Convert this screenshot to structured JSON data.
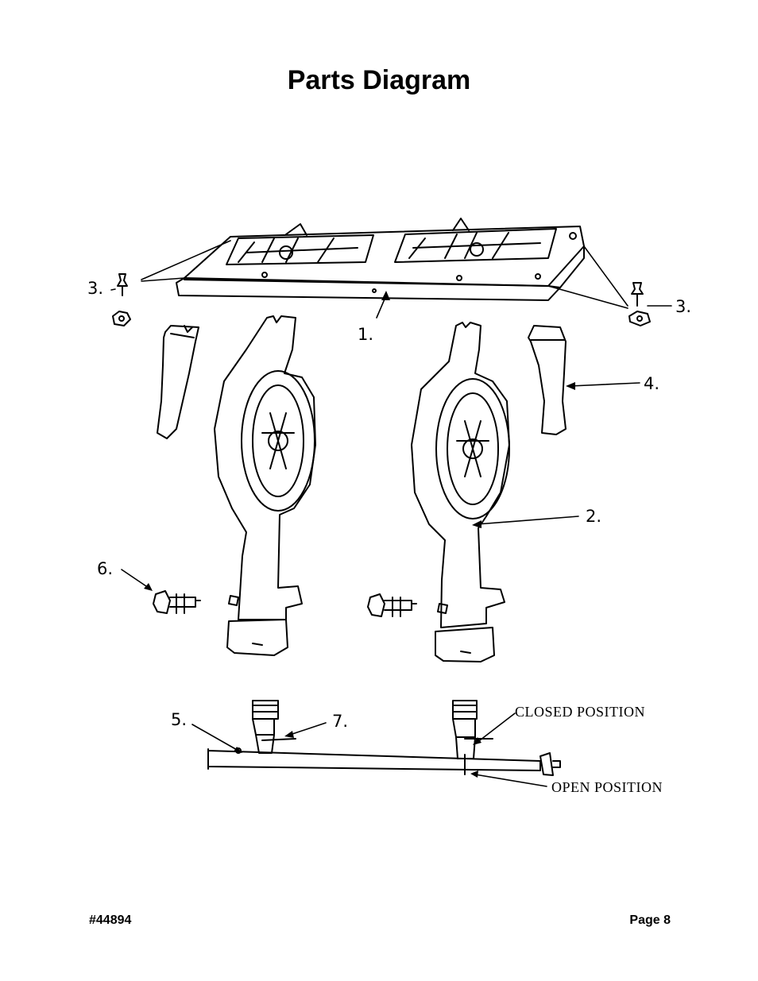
{
  "page": {
    "title": "Parts Diagram",
    "model_number": "#44894",
    "page_label": "Page 8"
  },
  "callouts": {
    "c1": "1.",
    "c2": "2.",
    "c3_left": "3.",
    "c3_right": "3.",
    "c4": "4.",
    "c5": "5.",
    "c6": "6.",
    "c7": "7."
  },
  "valve_labels": {
    "closed": "CLOSED POSITION",
    "open": "OPEN POSITION"
  }
}
